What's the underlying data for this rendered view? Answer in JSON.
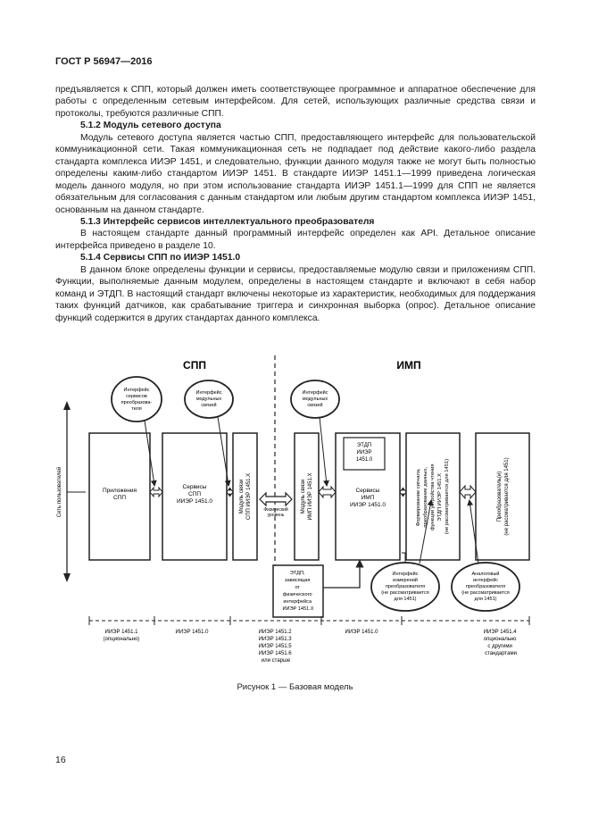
{
  "header": "ГОСТ Р 56947—2016",
  "paragraphs": [
    {
      "id": "p1",
      "type": "cont",
      "text": "предъявляется к СПП, который должен иметь соответствующее программное и аппаратное обеспечение для работы с определенным сетевым интерфейсом. Для сетей, использующих различные средства связи и протоколы, требуются различные СПП."
    },
    {
      "id": "h512",
      "type": "heading",
      "text": "5.1.2 Модуль сетевого доступа"
    },
    {
      "id": "p2",
      "type": "ind",
      "text": "Модуль сетевого доступа является частью СПП, предоставляющего интерфейс для пользовательской коммуникационной сети. Такая коммуникационная сеть не подпадает под действие какого-либо раздела стандарта комплекса ИИЭР 1451, и следовательно, функции данного модуля также не могут быть полностью определены каким-либо стандартом ИИЭР 1451. В стандарте ИИЭР 1451.1—1999 приведена логическая модель данного модуля, но при этом использование стандарта ИИЭР 1451.1—1999 для СПП не является обязательным для согласования с данным стандартом или любым другим стандартом комплекса ИИЭР 1451, основанным на данном стандарте."
    },
    {
      "id": "h513",
      "type": "heading",
      "text": "5.1.3 Интерфейс сервисов интеллектуального преобразователя"
    },
    {
      "id": "p3",
      "type": "ind",
      "text": "В настоящем стандарте данный программный интерфейс определен как API. Детальное описание интерфейса приведено в разделе 10."
    },
    {
      "id": "h514",
      "type": "heading",
      "text": "5.1.4 Сервисы СПП по ИИЭР 1451.0"
    },
    {
      "id": "p4",
      "type": "ind",
      "text": "В данном блоке определены функции и сервисы, предоставляемые модулю связи и приложениям СПП. Функции, выполняемые данным модулем, определены в настоящем стандарте и включают в себя набор команд и ЭТДП. В настоящий стандарт включены некоторые из характеристик, необходимых для поддержания таких функций датчиков, как срабатывание триггера и синхронная выборка (опрос). Детальное описание функций содержится в других стандартах данного комплекса."
    }
  ],
  "figure": {
    "left_title": "СПП",
    "right_title": "ИМП",
    "side_label": "Сеть пользователей",
    "blocks": {
      "app": [
        "Приложения",
        "СПП"
      ],
      "spp_services": [
        "Сервисы",
        "СПП",
        "ИИЭР 1451.0"
      ],
      "spp_comm": [
        "Модуль связи",
        "СПП ИИЭР 1451.X"
      ],
      "phys": [
        "Физический",
        "уровень"
      ],
      "imp_comm": [
        "Модуль связи",
        "ИМП ИИЭР 1451.X"
      ],
      "etdp": [
        "ЭТДП",
        "ИИЭР",
        "1451.0"
      ],
      "imp_services": [
        "Сервисы",
        "ИМП",
        "ИИЭР 1451.0"
      ],
      "signal": [
        "Формирование сигнала,",
        "преобразование данных,",
        "функции устройства чтения",
        "ЭТДП ИИЭР 1451.X",
        "(не рассматривается для 1451)"
      ],
      "transducers": [
        "Преобразователь(и)",
        "(не рассматривается для 1451)"
      ],
      "etdp_phys": [
        "ЭТДП,",
        "зависящая",
        "от",
        "физического",
        "интерфейса",
        "ИИЭР 1451.X"
      ]
    },
    "bubbles": {
      "svc_iface": [
        "Интерфейс",
        "сервисов",
        "преобразова-",
        "теля"
      ],
      "mod_iface_spp": [
        "Интерфейс",
        "модульных",
        "связей"
      ],
      "mod_iface_imp": [
        "Интерфейс",
        "модульных",
        "связей"
      ],
      "meas_iface": [
        "Интерфейс",
        "измерений",
        "преобразователя",
        "(не рассматривается",
        "для 1451)"
      ],
      "analog_iface": [
        "Аналоговый",
        "интерфейс",
        "преобразователя",
        "(не рассматривается",
        "для 1451)"
      ]
    },
    "footer": {
      "f1": [
        "ИИЭР 1451.1",
        "(опционально)"
      ],
      "f2": [
        "ИИЭР 1451.0"
      ],
      "f3": [
        "ИИЭР 1451.2",
        "ИИЭР 1451.3",
        "ИИЭР 1451.5",
        "ИИЭР 1451.6",
        "или старше"
      ],
      "f4": [
        "ИИЭР 1451.0"
      ],
      "f5": [
        "ИИЭР 1451.4",
        "опционально",
        "с другими",
        "стандартами"
      ]
    }
  },
  "caption": "Рисунок 1 — Базовая модель",
  "page_number": "16"
}
